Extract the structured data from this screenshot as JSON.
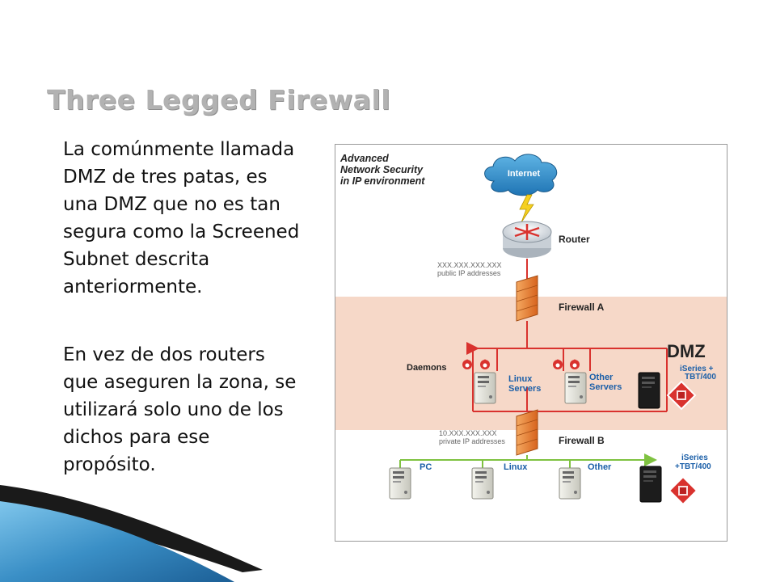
{
  "slide": {
    "title": "Three Legged Firewall",
    "paragraph1": "La comúnmente llamada DMZ de tres patas, es una DMZ que no es tan segura como la Screened Subnet descrita anteriormente.",
    "paragraph2": "En vez de dos routers que aseguren la zona, se utilizará solo uno de los dichos para ese propósito."
  },
  "diagram": {
    "heading": [
      "Advanced",
      "Network Security",
      "in IP environment"
    ],
    "internet_label": "Internet",
    "router_label": "Router",
    "public_ip": "XXX.XXX.XXX.XXX",
    "public_ip_caption": "public IP addresses",
    "firewall_a_label": "Firewall A",
    "dmz_label": "DMZ",
    "daemons_label": "Daemons",
    "linux_servers_label": [
      "Linux",
      "Servers"
    ],
    "other_servers_label": [
      "Other",
      "Servers"
    ],
    "iseries_dmz_label": [
      "iSeries +",
      "TBT/400"
    ],
    "private_ip": "10.XXX.XXX.XXX",
    "private_ip_caption": "private IP addresses",
    "firewall_b_label": "Firewall B",
    "pc_label": "PC",
    "linux_label": "Linux",
    "other_label": "Other",
    "iseries_lan_label": [
      "iSeries",
      "+TBT/400"
    ]
  },
  "colors": {
    "title": "#b2b2b2",
    "dmz_band": "#f6d8c8",
    "red_line": "#d9322e",
    "green_line": "#7fc241",
    "cloud": "#2f90c8",
    "firewall": "#e58a3a"
  }
}
